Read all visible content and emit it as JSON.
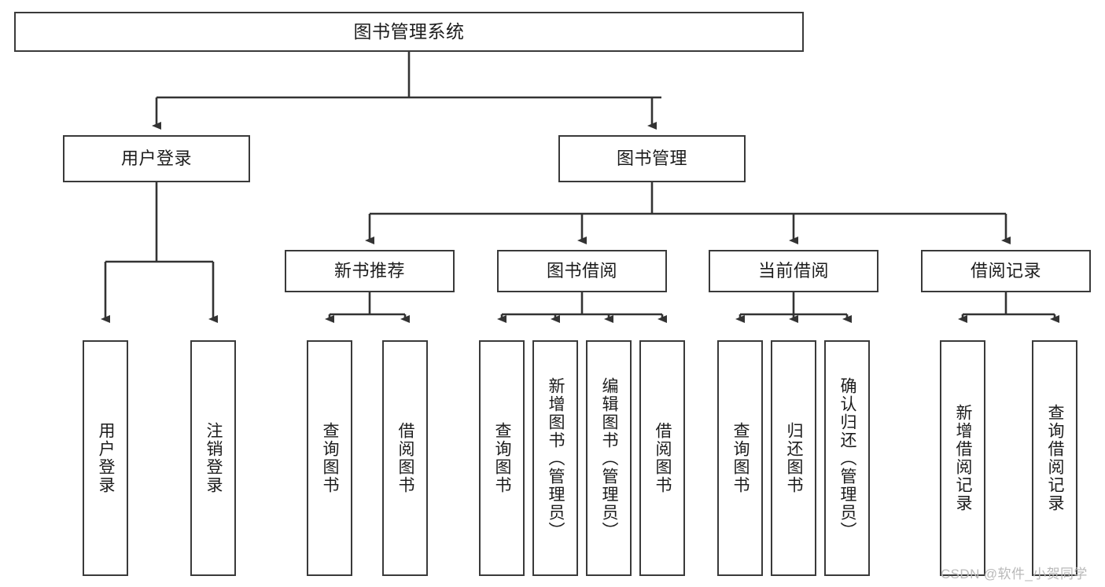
{
  "diagram": {
    "type": "tree-hierarchy",
    "title": "图书管理系统",
    "root": {
      "label": "图书管理系统"
    },
    "level1": [
      {
        "label": "用户登录"
      },
      {
        "label": "图书管理"
      }
    ],
    "level2": [
      {
        "label": "新书推荐"
      },
      {
        "label": "图书借阅"
      },
      {
        "label": "当前借阅"
      },
      {
        "label": "借阅记录"
      }
    ],
    "leaves": {
      "user_login": [
        {
          "label": "用户登录"
        },
        {
          "label": "注销登录"
        }
      ],
      "new_book_recommend": [
        {
          "label": "查询图书"
        },
        {
          "label": "借阅图书"
        }
      ],
      "book_borrow": [
        {
          "label": "查询图书"
        },
        {
          "label": "新增图书（管理员）"
        },
        {
          "label": "编辑图书（管理员）"
        },
        {
          "label": "借阅图书"
        }
      ],
      "current_borrow": [
        {
          "label": "查询图书"
        },
        {
          "label": "归还图书"
        },
        {
          "label": "确认归还（管理员）"
        }
      ],
      "borrow_record": [
        {
          "label": "新增借阅记录"
        },
        {
          "label": "查询借阅记录"
        }
      ]
    }
  },
  "watermark": {
    "text": "CSDN @软件_小贺同学"
  },
  "colors": {
    "border": "#3a3a3a",
    "edge": "#333333",
    "background": "#ffffff",
    "text": "#1c1c1c",
    "watermark": "#b9b9b9"
  }
}
